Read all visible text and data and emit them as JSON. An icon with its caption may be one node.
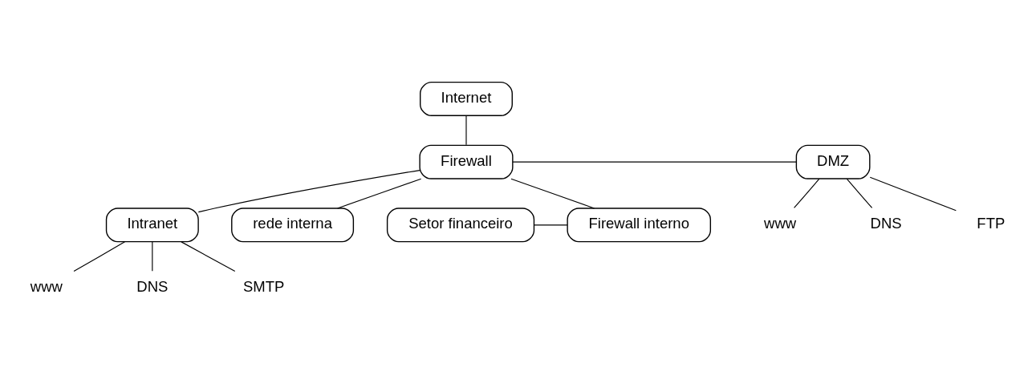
{
  "diagram": {
    "nodes": [
      {
        "text": [
          "Internet"
        ]
      },
      {
        "text": [
          "Firewall"
        ]
      },
      {
        "text": [
          "DMZ"
        ]
      },
      {
        "text": [
          "www"
        ]
      },
      {
        "text": [
          "DNS"
        ]
      },
      {
        "text": [
          "FTP"
        ]
      },
      {
        "text": [
          "Setor financeiro"
        ]
      },
      {
        "text": [
          "Firewall interno"
        ]
      },
      {
        "text": [
          "Intranet"
        ]
      },
      {
        "text": [
          "rede interna"
        ]
      },
      {
        "text": [
          "www"
        ]
      },
      {
        "text": [
          "DNS"
        ]
      },
      {
        "text": [
          "SMTP"
        ]
      }
    ],
    "edges": [
      {
        "from": 0,
        "to": 1,
        "arrow": "none"
      },
      {
        "from": 1,
        "to": 2,
        "arrow": "none"
      },
      {
        "from": 2,
        "to": 3,
        "arrow": "none"
      },
      {
        "from": 2,
        "to": 4,
        "arrow": "none"
      },
      {
        "from": 2,
        "to": 5,
        "arrow": "none"
      },
      {
        "from": 6,
        "to": 7,
        "arrow": "none"
      },
      {
        "from": 1,
        "to": 7,
        "arrow": "none"
      },
      {
        "from": 1,
        "to": 8,
        "arrow": "none"
      },
      {
        "from": 1,
        "to": 9,
        "arrow": "none"
      },
      {
        "from": 8,
        "to": 10,
        "arrow": "none"
      },
      {
        "from": 8,
        "to": 11,
        "arrow": "none"
      },
      {
        "from": 8,
        "to": 12,
        "arrow": "none"
      }
    ]
  }
}
